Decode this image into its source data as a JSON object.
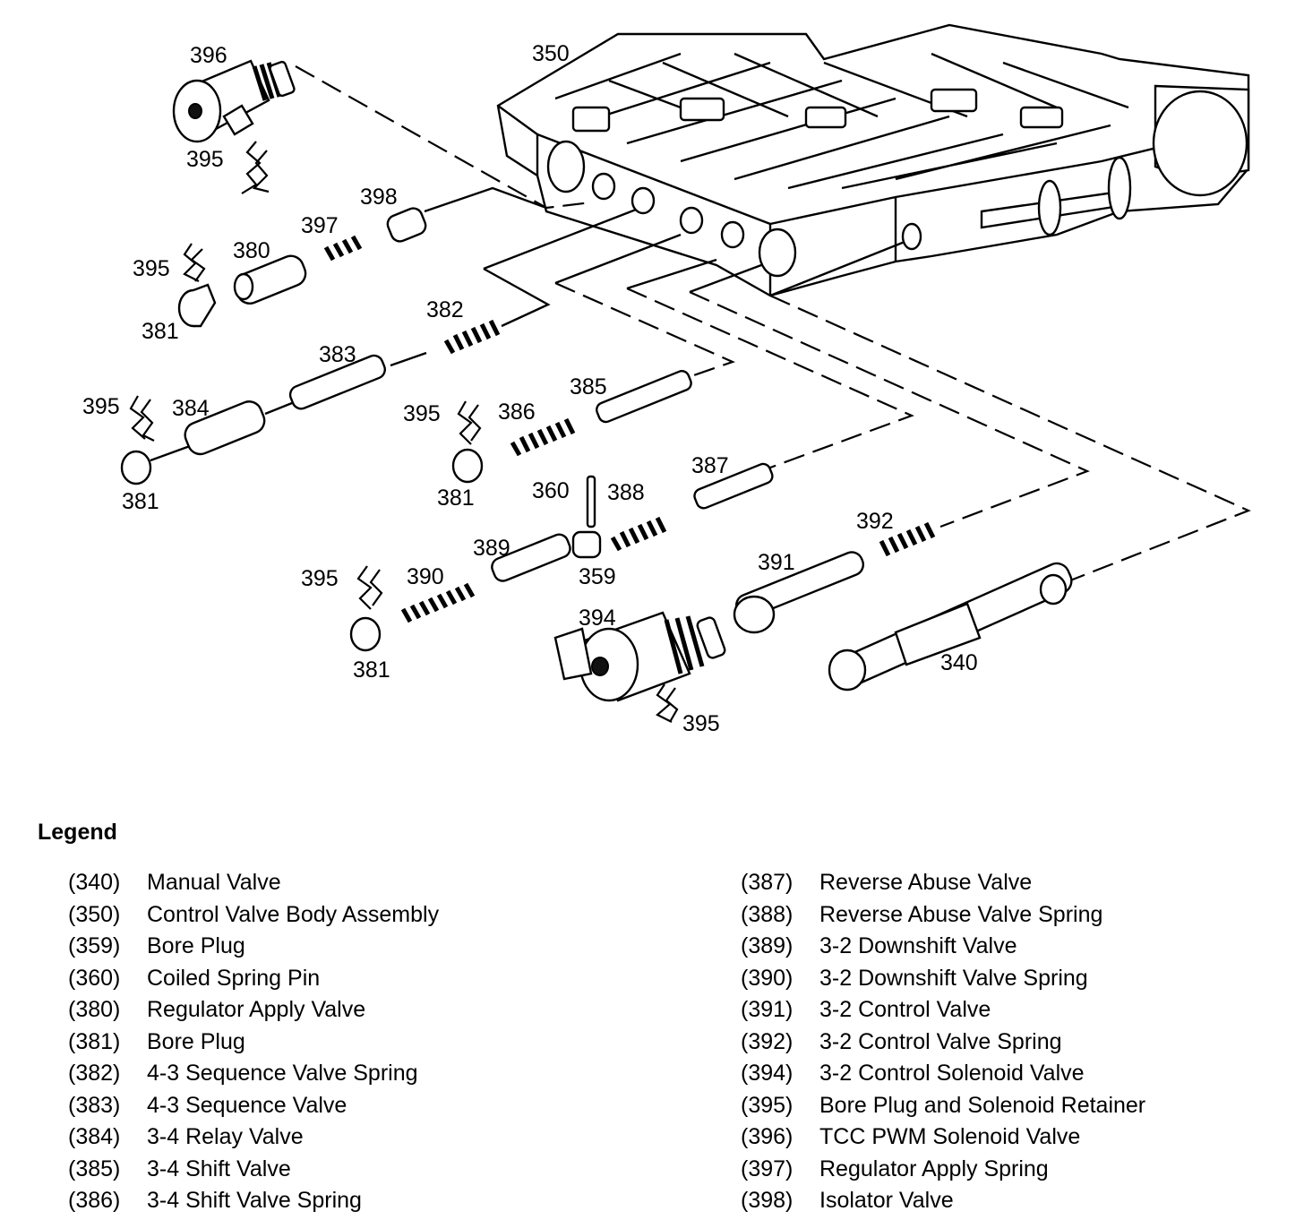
{
  "callouts": [
    {
      "id": "c350",
      "text": "350"
    },
    {
      "id": "c396",
      "text": "396"
    },
    {
      "id": "c395a",
      "text": "395"
    },
    {
      "id": "c398",
      "text": "398"
    },
    {
      "id": "c397",
      "text": "397"
    },
    {
      "id": "c380",
      "text": "380"
    },
    {
      "id": "c395b",
      "text": "395"
    },
    {
      "id": "c381a",
      "text": "381"
    },
    {
      "id": "c382",
      "text": "382"
    },
    {
      "id": "c383",
      "text": "383"
    },
    {
      "id": "c395c",
      "text": "395"
    },
    {
      "id": "c384",
      "text": "384"
    },
    {
      "id": "c381b",
      "text": "381"
    },
    {
      "id": "c385",
      "text": "385"
    },
    {
      "id": "c395d",
      "text": "395"
    },
    {
      "id": "c386",
      "text": "386"
    },
    {
      "id": "c381c",
      "text": "381"
    },
    {
      "id": "c387",
      "text": "387"
    },
    {
      "id": "c360",
      "text": "360"
    },
    {
      "id": "c388",
      "text": "388"
    },
    {
      "id": "c389",
      "text": "389"
    },
    {
      "id": "c359",
      "text": "359"
    },
    {
      "id": "c392",
      "text": "392"
    },
    {
      "id": "c391",
      "text": "391"
    },
    {
      "id": "c395e",
      "text": "395"
    },
    {
      "id": "c390",
      "text": "390"
    },
    {
      "id": "c381d",
      "text": "381"
    },
    {
      "id": "c394",
      "text": "394"
    },
    {
      "id": "c340",
      "text": "340"
    },
    {
      "id": "c395f",
      "text": "395"
    }
  ],
  "legend": {
    "title": "Legend",
    "left": [
      {
        "num": "(340)",
        "label": "Manual Valve"
      },
      {
        "num": "(350)",
        "label": "Control Valve Body Assembly"
      },
      {
        "num": "(359)",
        "label": "Bore Plug"
      },
      {
        "num": "(360)",
        "label": "Coiled Spring Pin"
      },
      {
        "num": "(380)",
        "label": "Regulator Apply Valve"
      },
      {
        "num": "(381)",
        "label": "Bore Plug"
      },
      {
        "num": "(382)",
        "label": "4-3 Sequence Valve Spring"
      },
      {
        "num": "(383)",
        "label": "4-3 Sequence Valve"
      },
      {
        "num": "(384)",
        "label": "3-4 Relay Valve"
      },
      {
        "num": "(385)",
        "label": "3-4 Shift Valve"
      },
      {
        "num": "(386)",
        "label": "3-4 Shift Valve Spring"
      }
    ],
    "right": [
      {
        "num": "(387)",
        "label": "Reverse Abuse Valve"
      },
      {
        "num": "(388)",
        "label": "Reverse Abuse Valve Spring"
      },
      {
        "num": "(389)",
        "label": "3-2 Downshift Valve"
      },
      {
        "num": "(390)",
        "label": "3-2 Downshift Valve Spring"
      },
      {
        "num": "(391)",
        "label": "3-2 Control Valve"
      },
      {
        "num": "(392)",
        "label": "3-2 Control Valve Spring"
      },
      {
        "num": "(394)",
        "label": "3-2 Control Solenoid Valve"
      },
      {
        "num": "(395)",
        "label": "Bore Plug and Solenoid Retainer"
      },
      {
        "num": "(396)",
        "label": "TCC PWM Solenoid Valve"
      },
      {
        "num": "(397)",
        "label": "Regulator Apply Spring"
      },
      {
        "num": "(398)",
        "label": "Isolator Valve"
      }
    ]
  }
}
